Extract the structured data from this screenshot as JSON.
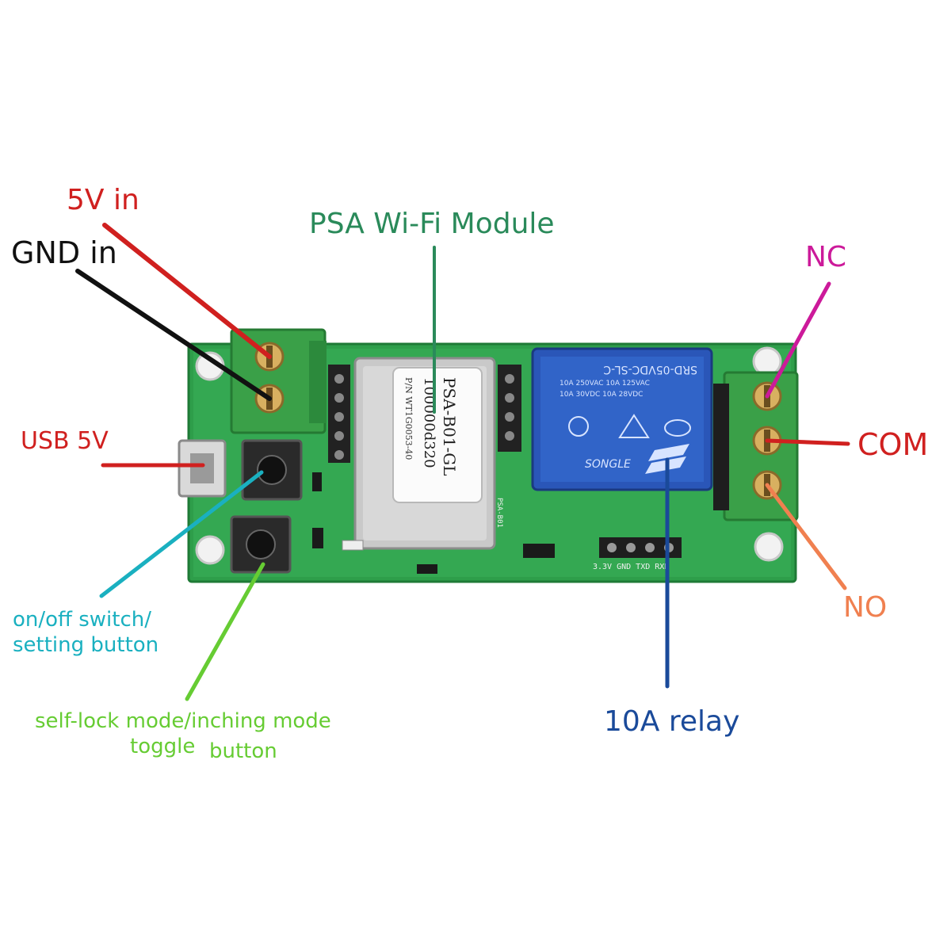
{
  "labels": {
    "v5_in": "5V in",
    "gnd_in": "GND in",
    "usb_5v": "USB 5V",
    "wifi_module": "PSA Wi-Fi Module",
    "nc": "NC",
    "com": "COM",
    "no": "NO",
    "onoff_line1": "on/off switch/",
    "onoff_line2": "setting button",
    "selflock_line1": "self-lock mode/inching mode",
    "selflock_line2a": "toggle",
    "selflock_line2b": "button",
    "relay_10a": "10A relay"
  },
  "module": {
    "line1": "PSA-B01-GL",
    "line2": "100000d320",
    "line3": "P/N WT1G0053-40"
  },
  "relay": {
    "model": "SRD-05VDC-SL-C",
    "rating1": "10A 250VAC 10A 125VAC",
    "rating2": "10A 30VDC 10A 28VDC",
    "brand": "SONGLE"
  },
  "silkscreen": {
    "pins": "3.3V GND TXD RXD",
    "board": "PSA-B01"
  },
  "colors": {
    "red": "#d0201f",
    "black": "#111111",
    "module_green": "#2a8a5a",
    "magenta": "#cc1a9a",
    "orange": "#f08050",
    "teal": "#1ab0c0",
    "lime": "#66cc33",
    "navy": "#1a4a9a",
    "pcb": "#2e9e4a",
    "terminal": "#3aa048",
    "relay_blue": "#2a56b8"
  }
}
